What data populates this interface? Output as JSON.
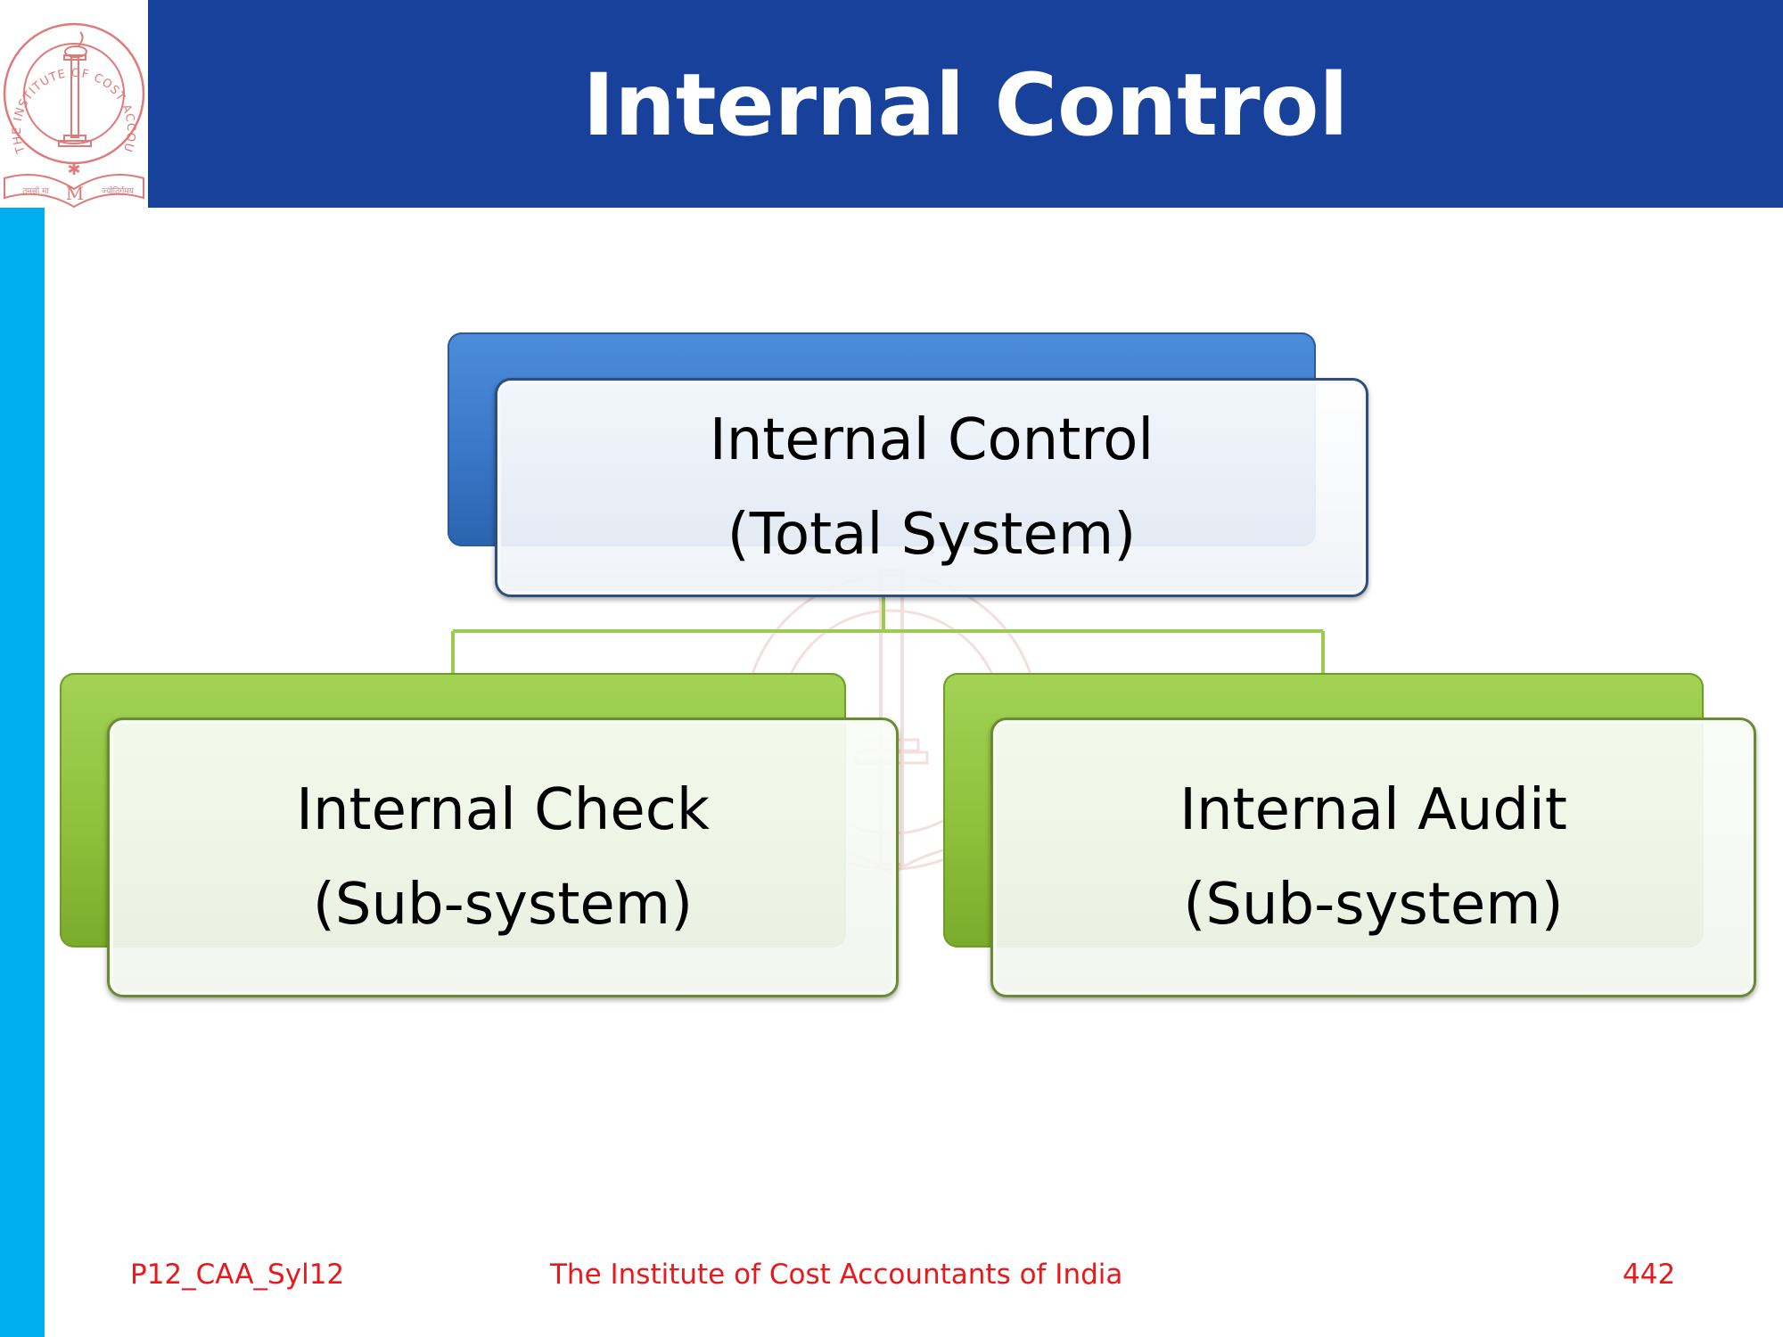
{
  "header": {
    "title": "Internal Control"
  },
  "logo": {
    "ring_text": "THE INSTITUTE OF COST ACCOUNTANTS OF INDIA",
    "motto_left": "तमसो मा",
    "motto_right": "ज्योतिर्गमय"
  },
  "diagram": {
    "root": {
      "line1": "Internal Control",
      "line2": "(Total System)"
    },
    "children": [
      {
        "line1": "Internal Check",
        "line2": "(Sub-system)"
      },
      {
        "line1": "Internal Audit",
        "line2": "(Sub-system)"
      }
    ]
  },
  "footer": {
    "code": "P12_CAA_Syl12",
    "institute": "The Institute of Cost Accountants of India",
    "page": "442"
  },
  "colors": {
    "header_bg": "#17419b",
    "left_bar": "#00aeef",
    "root_accent": "#3a77c8",
    "child_accent": "#8fc13c",
    "connector": "#9acd4f",
    "footer_text": "#e8181b",
    "logo": "#e07a7a"
  }
}
